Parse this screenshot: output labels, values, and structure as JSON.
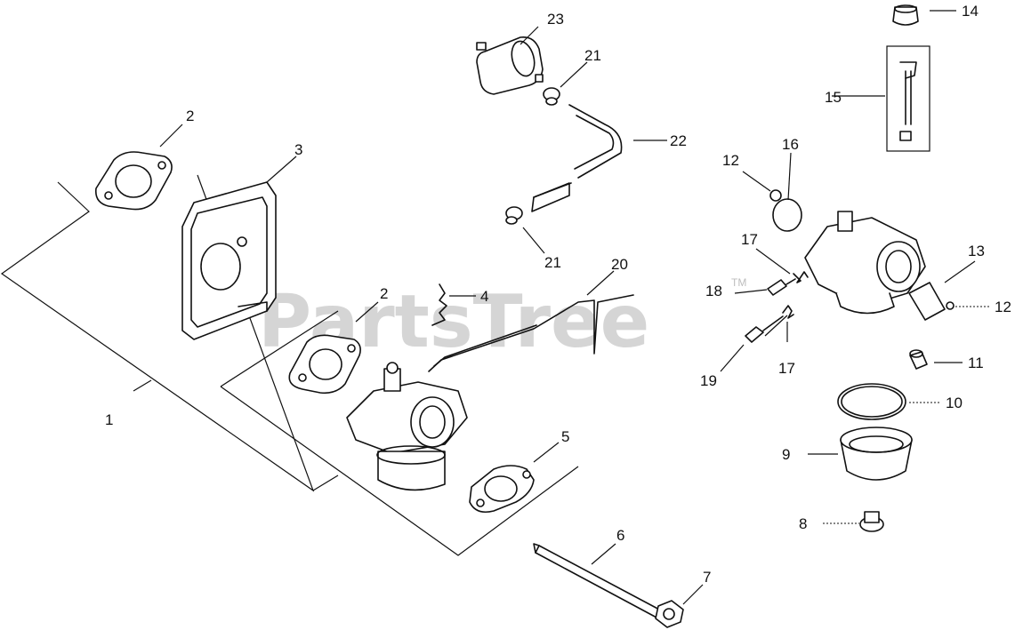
{
  "watermark": {
    "text": "PartsTree",
    "mark": "TM"
  },
  "callouts": {
    "c1": "1",
    "c2a": "2",
    "c2b": "2",
    "c3": "3",
    "c4": "4",
    "c5": "5",
    "c6": "6",
    "c7": "7",
    "c8": "8",
    "c9": "9",
    "c10": "10",
    "c11": "11",
    "c12a": "12",
    "c12b": "12",
    "c13": "13",
    "c14": "14",
    "c15": "15",
    "c16": "16",
    "c17a": "17",
    "c17b": "17",
    "c18": "18",
    "c19": "19",
    "c20": "20",
    "c21a": "21",
    "c21b": "21",
    "c22": "22",
    "c23": "23"
  }
}
